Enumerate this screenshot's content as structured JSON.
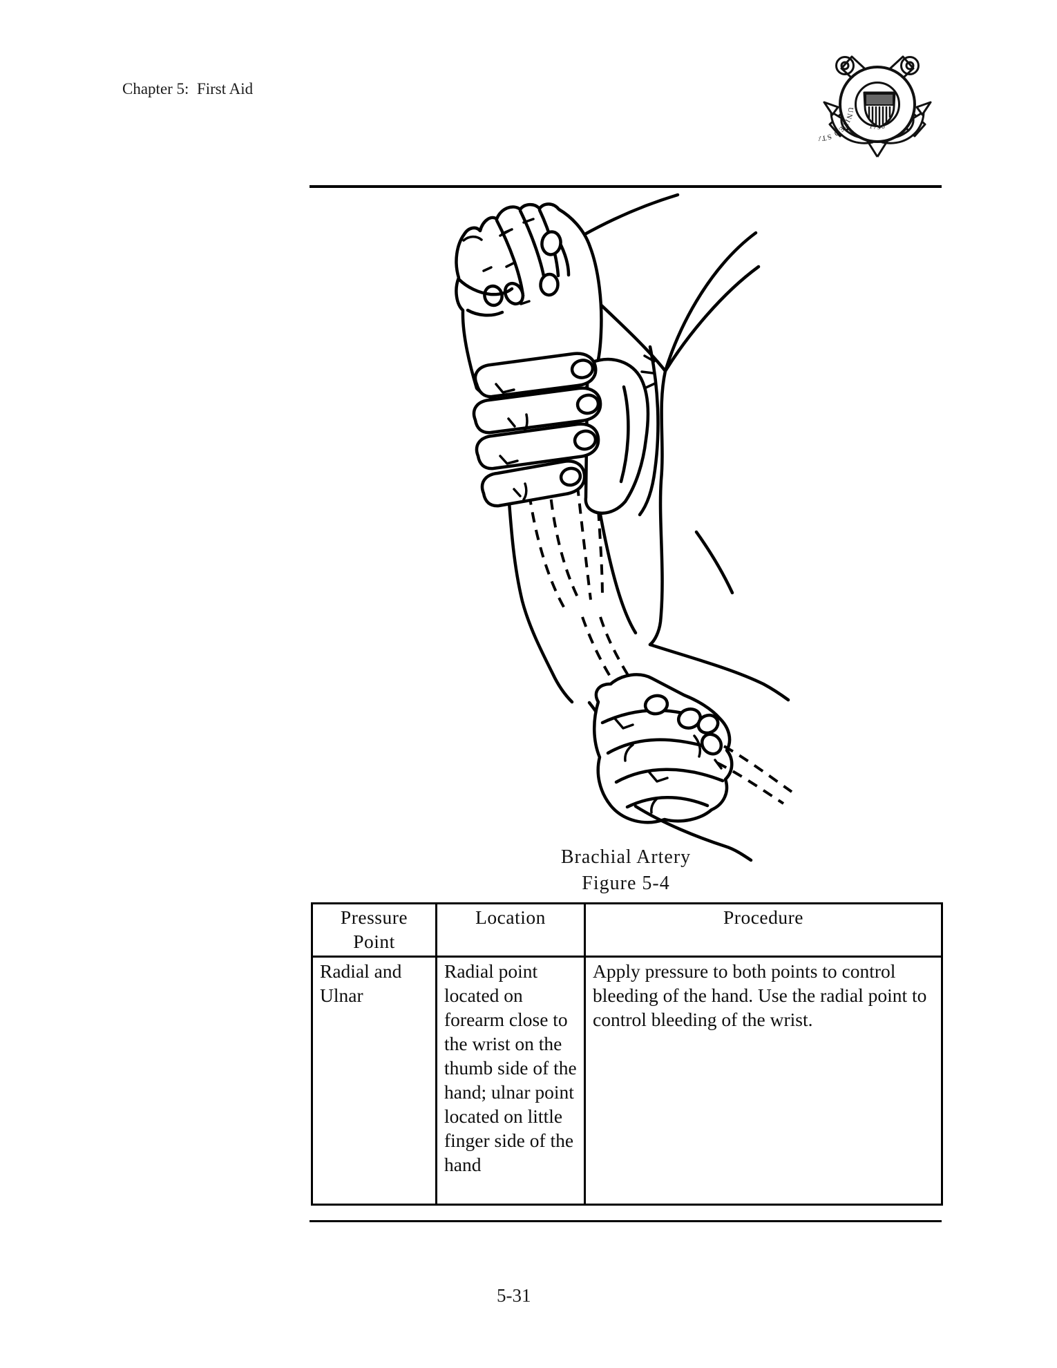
{
  "document": {
    "chapter_header": "Chapter 5:  First Aid",
    "page_number": "5-31"
  },
  "logo": {
    "ring_text": "UNITED STATES COAST GUARD",
    "year": "1790"
  },
  "figure": {
    "caption_title": "Brachial Artery",
    "caption_number": "Figure 5-4"
  },
  "pressure_table": {
    "headers": [
      "Pressure Point",
      "Location",
      "Procedure"
    ],
    "rows": [
      {
        "pressure_point": "Radial and Ulnar",
        "location": "Radial point located on forearm close to the wrist on the thumb side of the hand; ulnar point located on little finger side of the hand",
        "procedure": "Apply pressure to both points to control bleeding of the hand. Use the radial point to control bleeding of the wrist."
      }
    ]
  }
}
